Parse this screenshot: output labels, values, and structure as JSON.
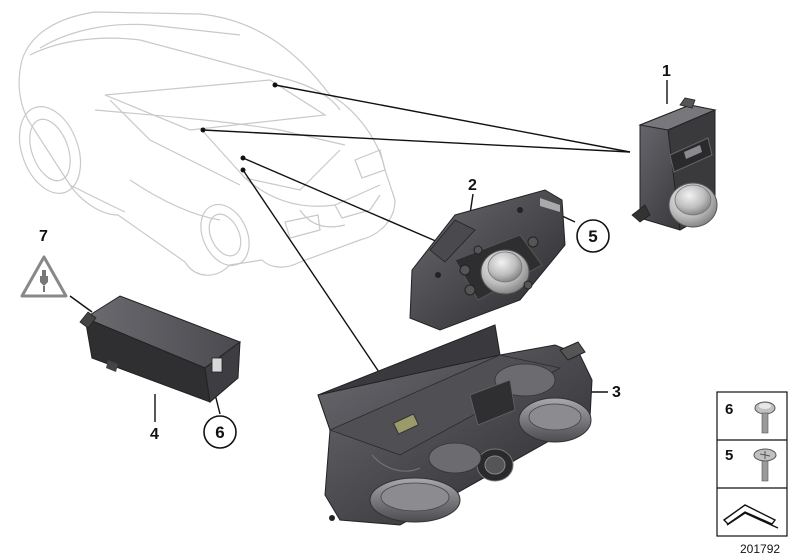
{
  "diagram": {
    "callouts": [
      "1",
      "2",
      "3",
      "4",
      "5",
      "6",
      "7"
    ],
    "fastener_table": [
      "6",
      "5"
    ],
    "diagram_id": "201792"
  },
  "colors": {
    "part_dark": "#3b3b3e",
    "part_mid": "#57575c",
    "part_light": "#8a8a8f",
    "knob": "#c8c8c8",
    "car_outline": "#c9c9c9",
    "line": "#111111"
  }
}
